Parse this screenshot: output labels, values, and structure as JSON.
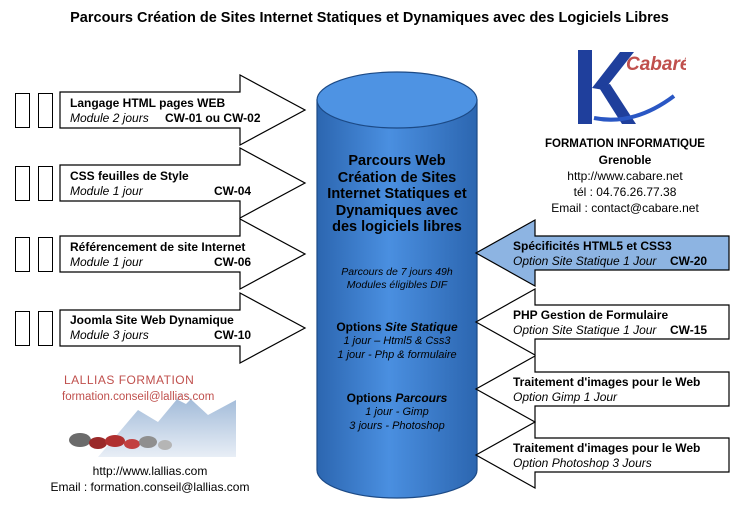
{
  "title": "Parcours Création de Sites Internet Statiques et Dynamiques avec des Logiciels Libres",
  "left_modules": [
    {
      "name": "Langage HTML pages WEB",
      "duration": "Module 2 jours",
      "code": "CW-01 ou CW-02"
    },
    {
      "name": "CSS feuilles de Style",
      "duration": "Module 1 jour",
      "code": "CW-04"
    },
    {
      "name": "Référencement de site Internet",
      "duration": "Module 1 jour",
      "code": "CW-06"
    },
    {
      "name": "Joomla Site Web Dynamique",
      "duration": "Module 3 jours",
      "code": "CW-10"
    }
  ],
  "center": {
    "title": "Parcours Web Création de Sites Internet Statiques et Dynamiques avec des logiciels libres",
    "subtitle_line1": "Parcours de 7 jours 49h",
    "subtitle_line2": "Modules éligibles DIF",
    "static_prefix": "Options ",
    "static_em": "Site Statique",
    "static_line1": "1 jour – Html5 & Css3",
    "static_line2": "1 jour  - Php & formulaire",
    "parcours_prefix": "Options ",
    "parcours_em": "Parcours",
    "parcours_line1": "1 jour - Gimp",
    "parcours_line2": "3 jours  - Photoshop"
  },
  "right_modules": [
    {
      "name": "Spécificités HTML5 et CSS3",
      "duration": "Option Site Statique 1 Jour",
      "code": "CW-20",
      "highlight": true
    },
    {
      "name": "PHP Gestion de Formulaire",
      "duration": "Option Site Statique 1 Jour",
      "code": "CW-15",
      "highlight": false
    },
    {
      "name": "Traitement d'images pour le Web",
      "duration": "Option Gimp 1 Jour",
      "code": "",
      "highlight": false
    },
    {
      "name": "Traitement d'images pour le Web",
      "duration": "Option Photoshop 3 Jours",
      "code": "",
      "highlight": false
    }
  ],
  "cabare": {
    "logo_letter": "K",
    "logo_text": "Cabaré",
    "org": "FORMATION INFORMATIQUE",
    "city": "Grenoble",
    "url": "http://www.cabare.net",
    "tel": "tél : 04.76.26.77.38",
    "email": "Email : contact@cabare.net"
  },
  "lallias": {
    "logo_name": "LALLIAS FORMATION",
    "logo_email": "formation.conseil@lallias.com",
    "url": "http://www.lallias.com",
    "email": "Email :  formation.conseil@lallias.com"
  },
  "colors": {
    "cylinder": "#3b7fd0",
    "cylinder_dark": "#2b63aa",
    "highlight_arrow": "#8db4e2",
    "logo_blue": "#1f3f9c",
    "logo_red": "#c0504d"
  }
}
